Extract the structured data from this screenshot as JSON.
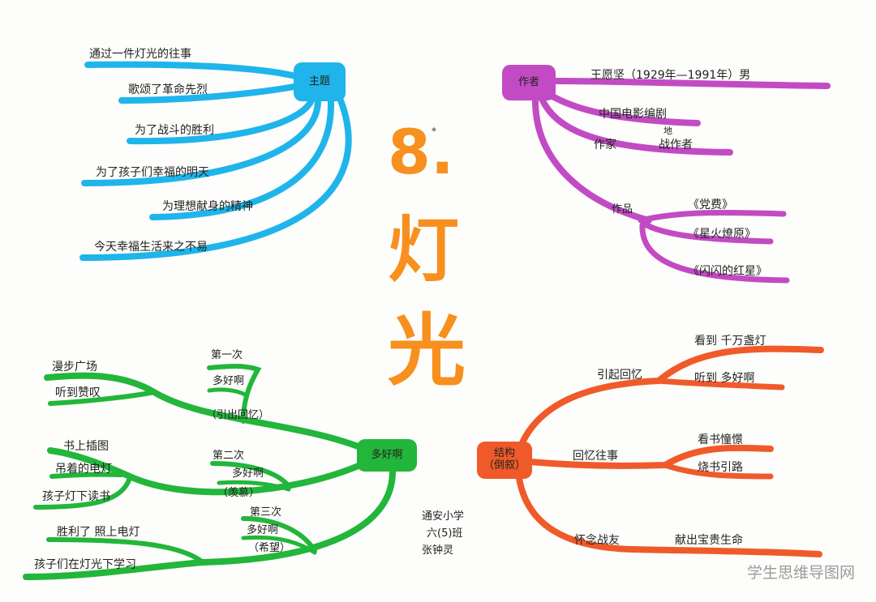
{
  "title": {
    "number": "8.",
    "mark": "*",
    "char1": "灯",
    "char2": "光"
  },
  "theme": {
    "label": "主题",
    "color": "#1fb5ea",
    "items": [
      "通过一件灯光的往事",
      "歌颂了革命先烈",
      "为了战斗的胜利",
      "为了孩子们幸福的明天",
      "为理想献身的精神",
      "今天幸福生活来之不易"
    ]
  },
  "author": {
    "label": "作者",
    "color": "#c24bc4",
    "line1": "王愿坚（1929年—1991年）男",
    "line2": "中国电影编剧",
    "line3a": "作家",
    "line3b": "战作者",
    "line3note": "地",
    "works_label": "作品",
    "works": [
      "《党费》",
      "《星火燎原》",
      "《闪闪的红星》"
    ]
  },
  "hao": {
    "label": "多好啊",
    "color": "#22b63a",
    "groupA": [
      "漫步广场",
      "听到赞叹"
    ],
    "first": {
      "title": "第一次",
      "phrase": "多好啊",
      "note": "（引出回忆）"
    },
    "groupB": [
      "书上插图",
      "吊着的电灯",
      "孩子灯下读书"
    ],
    "second": {
      "title": "第二次",
      "phrase": "多好啊",
      "note": "（羡慕）"
    },
    "groupC": [
      "胜利了  照上电灯",
      "孩子们在灯光下学习"
    ],
    "third": {
      "title": "第三次",
      "phrase": "多好啊",
      "note": "（希望）"
    }
  },
  "structure": {
    "label_line1": "结构",
    "label_line2": "（倒叙）",
    "color": "#f05a2a",
    "recall": {
      "label": "引起回忆",
      "items": [
        "看到  千万盏灯",
        "听到  多好啊"
      ]
    },
    "story": {
      "label": "回忆往事",
      "items": [
        "看书憧憬",
        "烧书引路"
      ]
    },
    "memorial": {
      "label": "怀念战友",
      "item": "献出宝贵生命"
    }
  },
  "signature": {
    "school": "通安小学",
    "class": "六(5)班",
    "name": "张钟灵"
  },
  "watermark": "学生思维导图网"
}
